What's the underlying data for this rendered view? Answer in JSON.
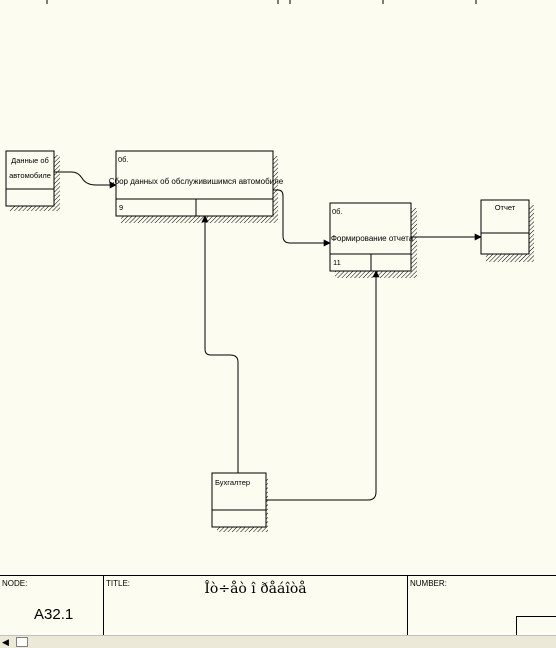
{
  "diagram": {
    "boxes": [
      {
        "id": "collect",
        "code": "0б.",
        "label": "Сбор данных об обслуживишимся автомобиле",
        "number": "9"
      },
      {
        "id": "form",
        "code": "0б.",
        "label": "Формирование отчета",
        "number": "11"
      }
    ],
    "externals": [
      {
        "id": "data",
        "line1": "Данные об",
        "line2": "автомобиле"
      },
      {
        "id": "report",
        "label": "Отчет"
      },
      {
        "id": "accountant",
        "label": "Бухгалтер"
      }
    ]
  },
  "frame": {
    "node_caption": "NODE:",
    "node_value": "A32.1",
    "title_caption": "TITLE:",
    "title_value": "Îò÷åò î ðåáîòå",
    "number_caption": "NUMBER:"
  },
  "icons": {
    "arrowheads": "arrowhead-icon",
    "scroll_left": "scroll-left-arrow-icon"
  }
}
